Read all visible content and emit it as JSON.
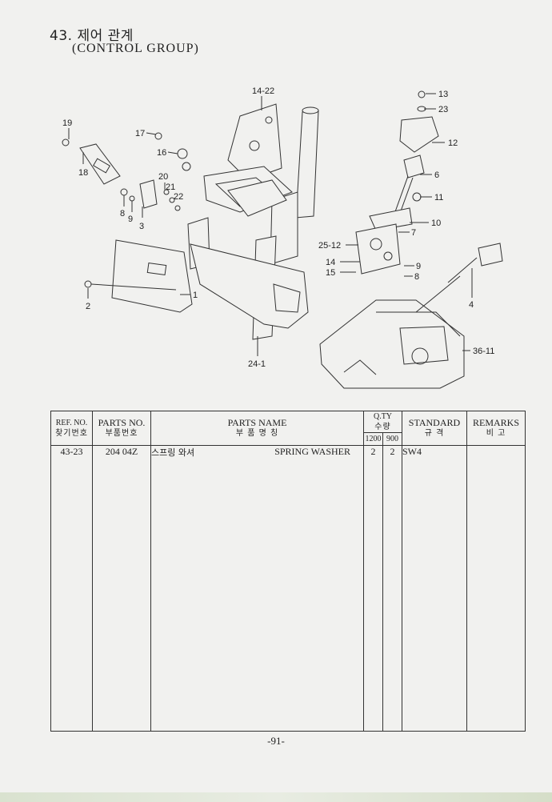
{
  "header": {
    "title_ko": "43. 제어 관계",
    "title_en": "(CONTROL GROUP)"
  },
  "diagram": {
    "callouts": [
      "14-22",
      "13",
      "23",
      "12",
      "6",
      "11",
      "10",
      "7",
      "9",
      "8",
      "4",
      "36-11",
      "24-1",
      "25-12",
      "14",
      "15",
      "19",
      "18",
      "17",
      "16",
      "20",
      "21",
      "22",
      "8",
      "9",
      "3",
      "2",
      "1"
    ]
  },
  "table": {
    "headers": {
      "ref_no": "REF. NO.",
      "ref_no_ko": "찾기번호",
      "parts_no": "PARTS NO.",
      "parts_no_ko": "부품번호",
      "parts_name": "PARTS NAME",
      "parts_name_ko": "부   품   명   칭",
      "qty": "Q.TY",
      "qty_ko": "수량",
      "qty_1200": "1200",
      "qty_900": "900",
      "standard": "STANDARD",
      "standard_ko": "규   격",
      "remarks": "REMARKS",
      "remarks_ko": "비   고"
    },
    "rows": [
      {
        "ref_no": "43-23",
        "parts_no": "204 04Z",
        "name_ko": "스프링 와셔",
        "name_en": "SPRING WASHER",
        "qty_1200": "2",
        "qty_900": "2",
        "standard": "SW4",
        "remarks": ""
      }
    ]
  },
  "footer": {
    "page_number": "-91-"
  }
}
